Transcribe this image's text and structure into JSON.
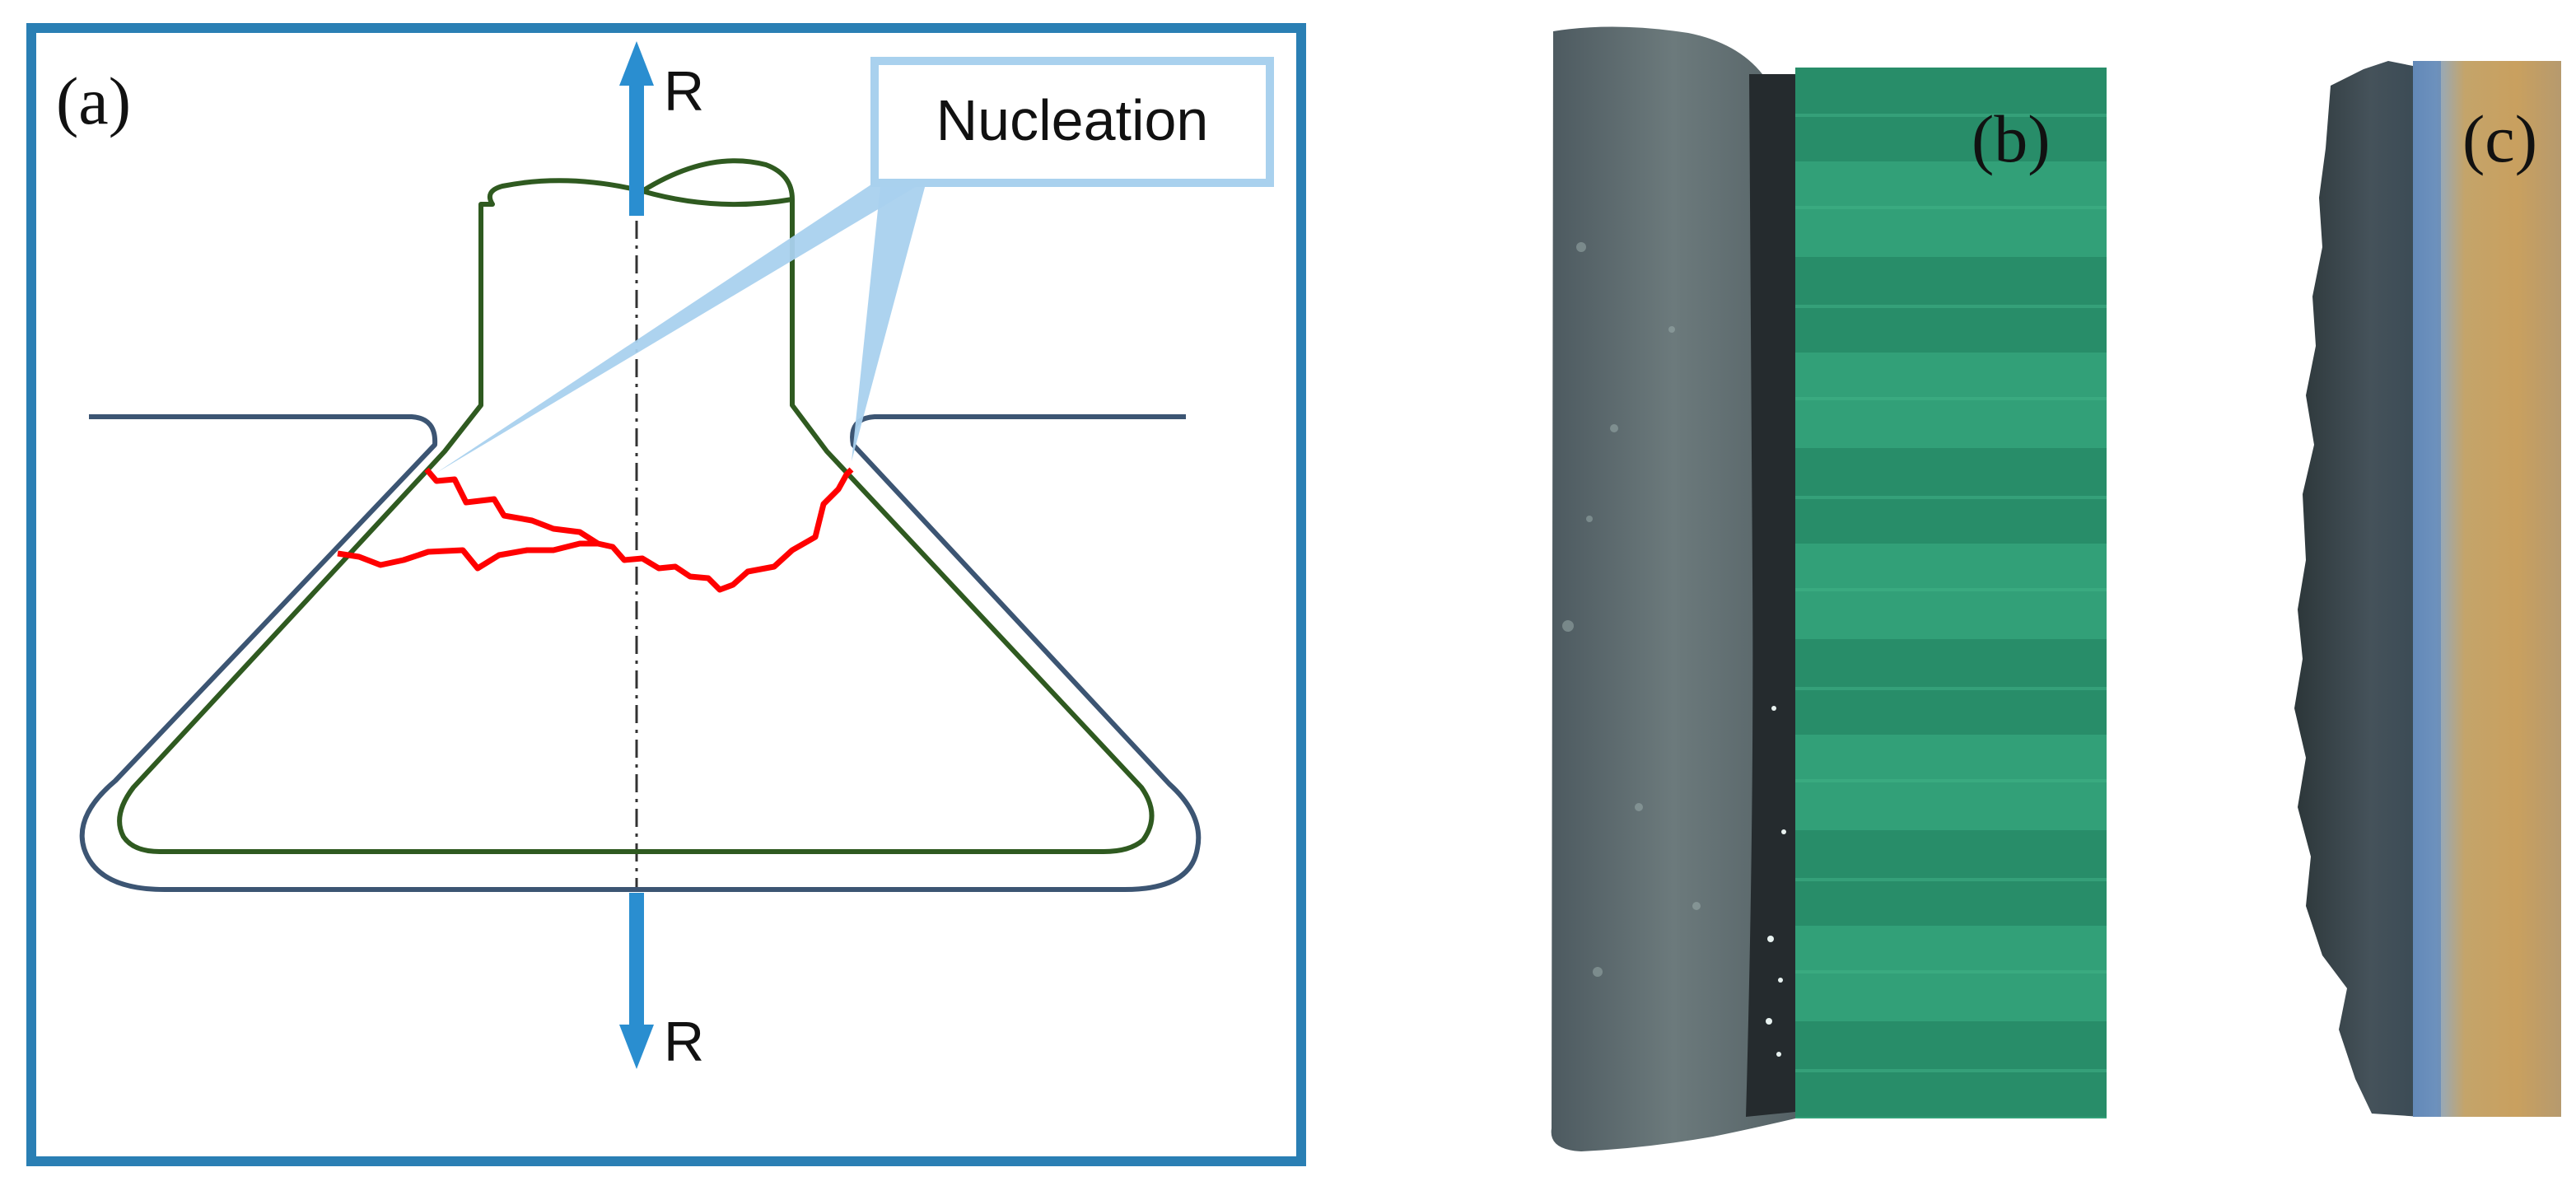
{
  "panels": {
    "a": {
      "label": "(a)",
      "load_top_label": "R",
      "load_bottom_label": "R",
      "callout_label": "Nucleation",
      "colors": {
        "frame": "#2a7fb4",
        "arrow": "#2a8ed0",
        "specimen_outline": "#2f5a20",
        "fixture_outline": "#3c5573",
        "crack": "#ff0000",
        "callout": "#a9d1ee"
      }
    },
    "b": {
      "label": "(b)"
    },
    "c": {
      "label": "(c)"
    }
  }
}
